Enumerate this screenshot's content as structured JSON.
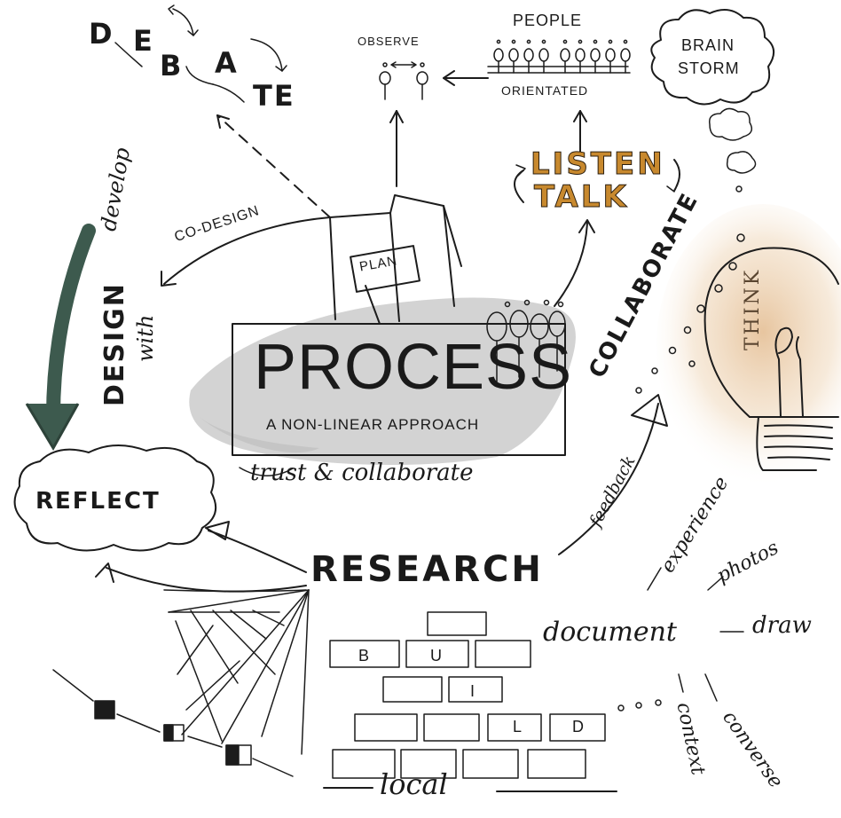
{
  "center": {
    "title": "PROCESS",
    "subtitle": "A NON-LINEAR APPROACH",
    "tagline": "trust & collaborate"
  },
  "nodes": {
    "debate_letters": [
      "D",
      "E",
      "B",
      "A",
      "TE"
    ],
    "observe": "OBSERVE",
    "people": "PEOPLE",
    "orientated": "ORIENTATED",
    "brainstorm": [
      "BRAIN",
      "STORM"
    ],
    "listen": "LISTEN",
    "talk": "TALK",
    "collaborate": "COLLABORATE",
    "think": "THINK",
    "plan": "PLAN",
    "codesign": "CO-DESIGN",
    "develop": "develop",
    "design": "DESIGN",
    "with": "with",
    "reflect": "REFLECT",
    "research": "RESEARCH",
    "feedback": "feedback",
    "experience": "experience",
    "photos": "photos",
    "document": "document",
    "draw": "draw",
    "converse": "converse",
    "context": "context",
    "local": "local",
    "build_letters": [
      "B",
      "U",
      "I",
      "L",
      "D"
    ]
  },
  "colors": {
    "ink": "#1c1c1c",
    "develop_arrow": "#3d5a4e",
    "listen_talk": "#c8892e",
    "bulb_glow": "#e8c8a0",
    "wash": "#c9c9c9"
  },
  "icons": [
    "bulb-icon",
    "thought-cloud-icon",
    "people-icon",
    "arrow-icon",
    "brick-wall-icon"
  ]
}
